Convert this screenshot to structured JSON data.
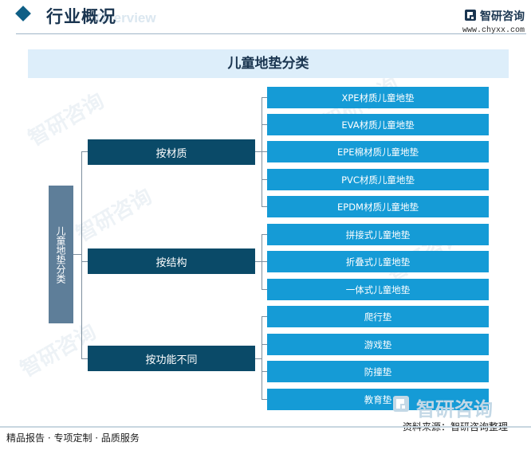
{
  "header": {
    "title": "行业概况",
    "watermark": "Overview",
    "brand_name": "智研咨询",
    "brand_url": "www.chyxx.com"
  },
  "diagram": {
    "title": "儿童地垫分类",
    "root": "儿童地垫分类",
    "categories": [
      {
        "label": "按材质",
        "items": [
          "XPE材质儿童地垫",
          "EVA材质儿童地垫",
          "EPE棉材质儿童地垫",
          "PVC材质儿童地垫",
          "EPDM材质儿童地垫"
        ]
      },
      {
        "label": "按结构",
        "items": [
          "拼接式儿童地垫",
          "折叠式儿童地垫",
          "一体式儿童地垫"
        ]
      },
      {
        "label": "按功能不同",
        "items": [
          "爬行垫",
          "游戏垫",
          "防撞垫",
          "教育垫"
        ]
      }
    ]
  },
  "footer": {
    "left_text": "精品报告 · 专项定制 · 品质服务",
    "source": "资料来源：智研咨询整理",
    "brand_name": "智研咨询"
  },
  "watermark_text": "智研咨询",
  "colors": {
    "category_fill": "#0a4a68",
    "leaf_fill": "#159bd6",
    "root_fill": "#5e7e99",
    "title_band": "#ddeefa"
  }
}
